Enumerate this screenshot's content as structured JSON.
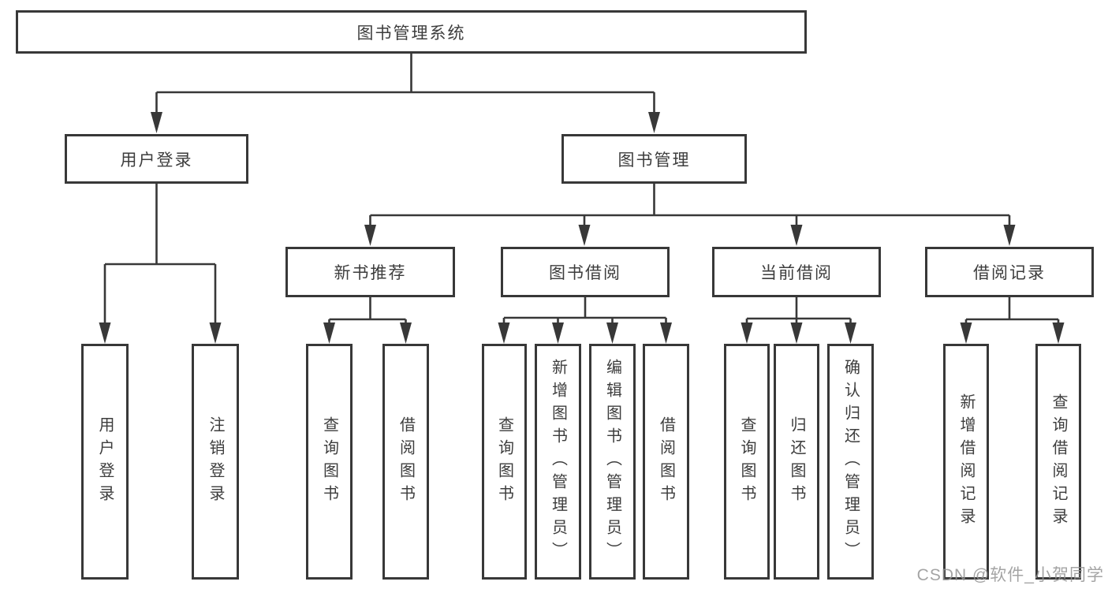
{
  "diagram_title": "图书管理系统",
  "watermark": {
    "text": "CSDN @软件_小贺同学",
    "color": "#949494"
  },
  "colors": {
    "line": "#383838",
    "box_border": "#383838",
    "box_fill": "#ffffff",
    "text": "#3d3d3d",
    "background": "#ffffff"
  },
  "tree": {
    "label": "图书管理系统",
    "children": [
      {
        "label": "用户登录",
        "children": [
          {
            "label": "用户登录"
          },
          {
            "label": "注销登录"
          }
        ]
      },
      {
        "label": "图书管理",
        "children": [
          {
            "label": "新书推荐",
            "children": [
              {
                "label": "查询图书"
              },
              {
                "label": "借阅图书"
              }
            ]
          },
          {
            "label": "图书借阅",
            "children": [
              {
                "label": "查询图书"
              },
              {
                "label": "新增图书（管理员）"
              },
              {
                "label": "编辑图书（管理员）"
              },
              {
                "label": "借阅图书"
              }
            ]
          },
          {
            "label": "当前借阅",
            "children": [
              {
                "label": "查询图书"
              },
              {
                "label": "归还图书"
              },
              {
                "label": "确认归还（管理员）"
              }
            ]
          },
          {
            "label": "借阅记录",
            "children": [
              {
                "label": "新增借阅记录"
              },
              {
                "label": "查询借阅记录"
              }
            ]
          }
        ]
      }
    ]
  }
}
